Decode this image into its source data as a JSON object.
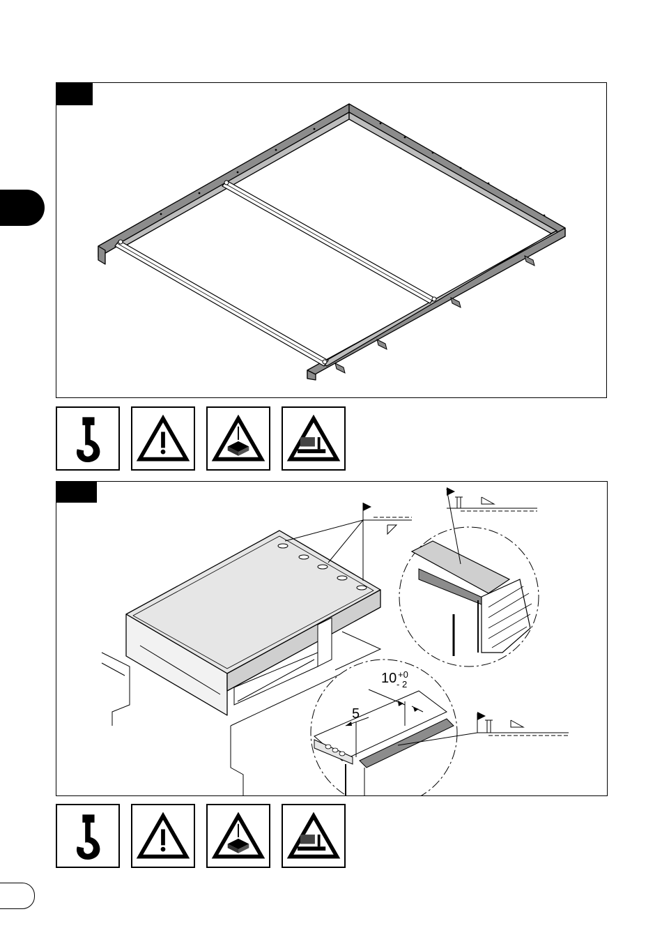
{
  "colors": {
    "ink": "#000000",
    "frame_fill": "#8c8c8c",
    "light_fill": "#e6e6e6",
    "mid_fill": "#cfcfcf"
  },
  "figure_1": {
    "pictograms": [
      "crane-hook-icon",
      "general-warning-icon",
      "suspended-load-warning-icon",
      "crush-hazard-warning-icon"
    ]
  },
  "figure_2": {
    "dimension_gap": "10",
    "dimension_tol_upper": "+0",
    "dimension_tol_lower": "- 2",
    "dimension_edge": "5",
    "pictograms": [
      "crane-hook-icon",
      "general-warning-icon",
      "suspended-load-warning-icon",
      "crush-hazard-warning-icon"
    ]
  }
}
